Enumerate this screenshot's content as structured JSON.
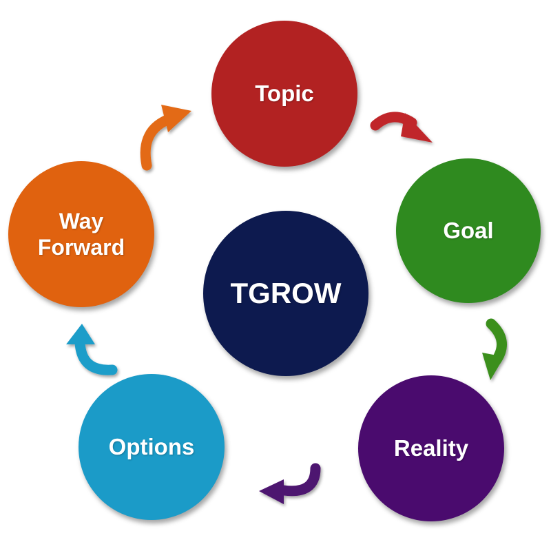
{
  "diagram": {
    "center": {
      "label": "TGROW",
      "color": "#0d1a4f"
    },
    "steps": [
      {
        "id": "topic",
        "label": "Topic",
        "color": "#b22222"
      },
      {
        "id": "goal",
        "label": "Goal",
        "color": "#2f8a1f"
      },
      {
        "id": "reality",
        "label": "Reality",
        "color": "#4a0b6e"
      },
      {
        "id": "options",
        "label": "Options",
        "color": "#1b9bc8"
      },
      {
        "id": "way",
        "label_line1": "Way",
        "label_line2": "Forward",
        "color": "#e0620f"
      }
    ],
    "arrows": [
      {
        "from": "topic",
        "to": "goal",
        "color": "#c0282a",
        "icon": "curved-arrow"
      },
      {
        "from": "goal",
        "to": "reality",
        "color": "#3a8f1e",
        "icon": "curved-arrow"
      },
      {
        "from": "reality",
        "to": "options",
        "color": "#4e126f",
        "icon": "curved-arrow"
      },
      {
        "from": "options",
        "to": "way",
        "color": "#1f9dc9",
        "icon": "curved-arrow"
      },
      {
        "from": "way",
        "to": "topic",
        "color": "#e36a12",
        "icon": "curved-arrow"
      }
    ]
  }
}
